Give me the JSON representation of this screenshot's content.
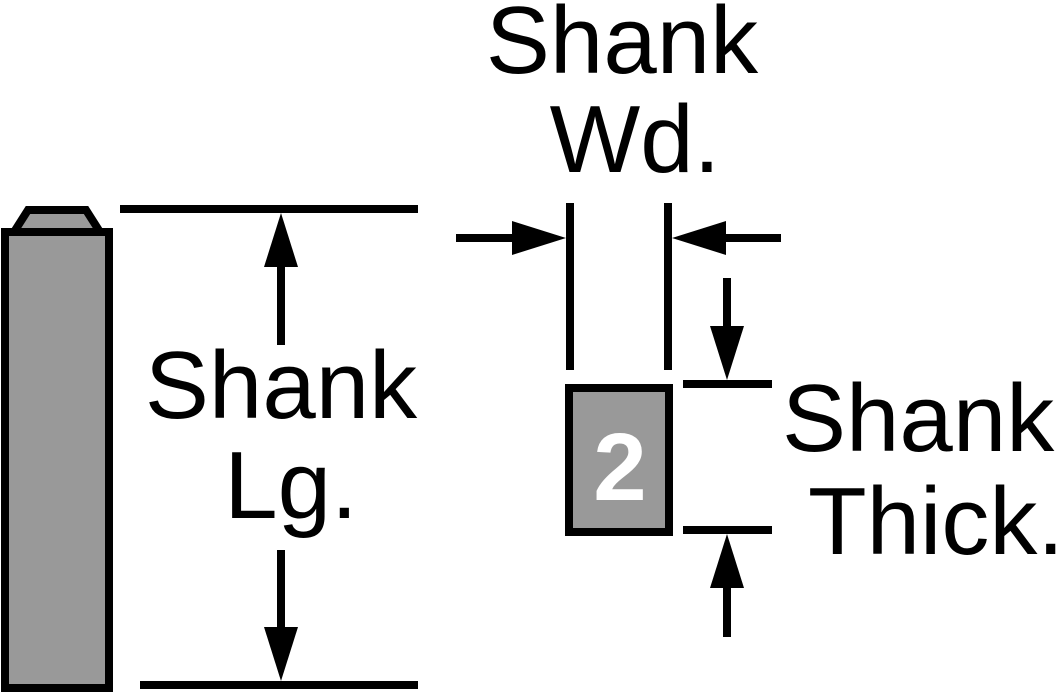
{
  "labels": {
    "shank_width_line1": "Shank",
    "shank_width_line2": "Wd.",
    "shank_length_line1": "Shank",
    "shank_length_line2": "Lg.",
    "shank_thickness_line1": "Shank",
    "shank_thickness_line2": "Thick.",
    "cross_section_number": "2"
  },
  "colors": {
    "stroke": "#000000",
    "shank_fill": "#999999",
    "badge_text": "#ffffff",
    "background": "#ffffff"
  }
}
